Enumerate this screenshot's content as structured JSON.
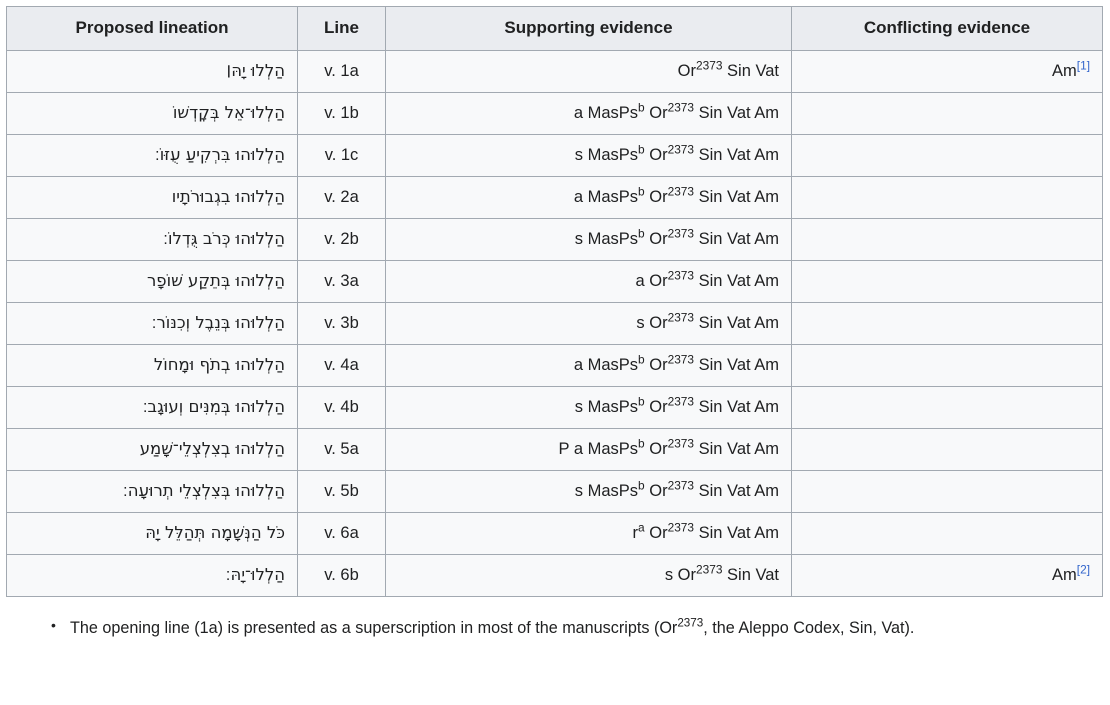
{
  "table": {
    "name": "psalm-150-lineation-evidence",
    "headers": [
      "Proposed lineation",
      "Line",
      "Supporting evidence",
      "Conflicting evidence"
    ],
    "rows": [
      {
        "lineation": "הַלְלוּ יָהּ׀",
        "line": "v. 1a",
        "support": [
          {
            "t": "Or",
            "sup": ""
          },
          {
            "t": "",
            "sup": "2373"
          },
          {
            "t": " Sin Vat",
            "sup": ""
          }
        ],
        "support_text": "Or2373 Sin Vat",
        "conflict": "Am",
        "conflict_ref": "[1]"
      },
      {
        "lineation": "הַלְלוּ־אֵל בְּקׇדְשׁוֹ",
        "line": "v. 1b",
        "support_text": "a MasPsb Or2373 Sin Vat Am",
        "conflict": "",
        "conflict_ref": ""
      },
      {
        "lineation": "הַלְלוּהוּ בִּרְקִיעַ עֻזּוֹ׃",
        "line": "v. 1c",
        "support_text": "s MasPsb Or2373 Sin Vat Am",
        "conflict": "",
        "conflict_ref": ""
      },
      {
        "lineation": "הַלְלוּהוּ בִגְבוּרֹתָיו",
        "line": "v. 2a",
        "support_text": "a MasPsb Or2373 Sin Vat Am",
        "conflict": "",
        "conflict_ref": ""
      },
      {
        "lineation": "הַלְלוּהוּ כְּרֹב גֻּדְלוֹ׃",
        "line": "v. 2b",
        "support_text": "s MasPsb Or2373 Sin Vat Am",
        "conflict": "",
        "conflict_ref": ""
      },
      {
        "lineation": "הַלְלוּהוּ בְּתֵקַע שׁוֹפָר",
        "line": "v. 3a",
        "support_text": "a Or2373 Sin Vat Am",
        "conflict": "",
        "conflict_ref": ""
      },
      {
        "lineation": "הַלְלוּהוּ בְּנֵבֶל וְכִנּוֹר׃",
        "line": "v. 3b",
        "support_text": "s Or2373 Sin Vat Am",
        "conflict": "",
        "conflict_ref": ""
      },
      {
        "lineation": "הַלְלוּהוּ בְתֹף וּמָחוֹל",
        "line": "v. 4a",
        "support_text": "a MasPsb Or2373 Sin Vat Am",
        "conflict": "",
        "conflict_ref": ""
      },
      {
        "lineation": "הַלְלוּהוּ בְּמִנִּים וְעוּגָב׃",
        "line": "v. 4b",
        "support_text": "s MasPsb Or2373 Sin Vat Am",
        "conflict": "",
        "conflict_ref": ""
      },
      {
        "lineation": "הַלְלוּהוּ בְצִלְצְלֵי־שָׁמַע",
        "line": "v. 5a",
        "support_text": "P a MasPsb Or2373 Sin Vat Am",
        "conflict": "",
        "conflict_ref": ""
      },
      {
        "lineation": "הַלְלוּהוּ בְּצִלְצְלֵי תְרוּעָה׃",
        "line": "v. 5b",
        "support_text": "s MasPsb Or2373 Sin Vat Am",
        "conflict": "",
        "conflict_ref": ""
      },
      {
        "lineation": "כֹּל הַנְּשָׁמָה תְּהַלֵּל יָהּ",
        "line": "v. 6a",
        "support_text": "ra Or2373 Sin Vat Am",
        "conflict": "",
        "conflict_ref": ""
      },
      {
        "lineation": "הַלְלוּ־יָהּ׃",
        "line": "v. 6b",
        "support_text": "s Or2373 Sin Vat",
        "conflict": "Am",
        "conflict_ref": "[2]"
      }
    ],
    "support_tokens": [
      {
        "prefix": "",
        "siglum": "",
        "siglum_sup": "",
        "or_sup": "2373",
        "tail": " Sin Vat"
      },
      {
        "prefix": "a ",
        "siglum": "MasPs",
        "siglum_sup": "b",
        "or_sup": "2373",
        "tail": " Sin Vat Am"
      },
      {
        "prefix": "s ",
        "siglum": "MasPs",
        "siglum_sup": "b",
        "or_sup": "2373",
        "tail": " Sin Vat Am"
      },
      {
        "prefix": "a ",
        "siglum": "MasPs",
        "siglum_sup": "b",
        "or_sup": "2373",
        "tail": " Sin Vat Am"
      },
      {
        "prefix": "s ",
        "siglum": "MasPs",
        "siglum_sup": "b",
        "or_sup": "2373",
        "tail": " Sin Vat Am"
      },
      {
        "prefix": "a ",
        "siglum": "",
        "siglum_sup": "",
        "or_sup": "2373",
        "tail": " Sin Vat Am"
      },
      {
        "prefix": "s ",
        "siglum": "",
        "siglum_sup": "",
        "or_sup": "2373",
        "tail": " Sin Vat Am"
      },
      {
        "prefix": "a ",
        "siglum": "MasPs",
        "siglum_sup": "b",
        "or_sup": "2373",
        "tail": " Sin Vat Am"
      },
      {
        "prefix": "s ",
        "siglum": "MasPs",
        "siglum_sup": "b",
        "or_sup": "2373",
        "tail": " Sin Vat Am"
      },
      {
        "prefix": "P a ",
        "siglum": "MasPs",
        "siglum_sup": "b",
        "or_sup": "2373",
        "tail": " Sin Vat Am"
      },
      {
        "prefix": "s ",
        "siglum": "MasPs",
        "siglum_sup": "b",
        "or_sup": "2373",
        "tail": " Sin Vat Am"
      },
      {
        "prefix": "r",
        "siglum": "",
        "siglum_sup": "a",
        "or_sup": "2373",
        "tail": " Sin Vat Am"
      },
      {
        "prefix": "s ",
        "siglum": "",
        "siglum_sup": "",
        "or_sup": "2373",
        "tail": " Sin Vat"
      }
    ]
  },
  "notes": {
    "items": [
      {
        "before": "The opening line (1a) is presented as a superscription in most of the manuscripts (Or",
        "sup": "2373",
        "after": ", the Aleppo Codex, Sin, Vat)."
      }
    ]
  },
  "colors": {
    "header_bg": "#eaecf0",
    "cell_bg": "#f8f9fa",
    "border": "#a2a9b1",
    "text": "#202122",
    "link": "#3366cc"
  }
}
